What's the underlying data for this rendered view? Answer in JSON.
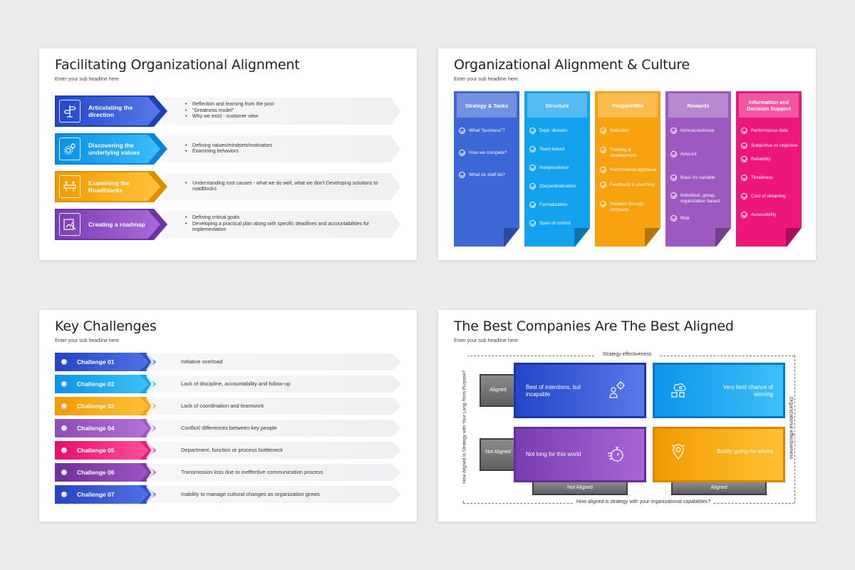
{
  "slide1": {
    "title": "Facilitating Organizational Alignment",
    "subtitle": "Enter your sub headline here",
    "rows": [
      {
        "label": "Articulating the direction",
        "color_start": "#2346c9",
        "color_end": "#4f6fe6",
        "icon": "signpost-icon",
        "bullets": [
          "Reflection and learning from the post",
          "\"Greatness model\"",
          "Why we exist - customer view"
        ]
      },
      {
        "label": "Discovering the underlying values",
        "color_start": "#0b8fe6",
        "color_end": "#2fb7f7",
        "icon": "values-gears-icon",
        "bullets": [
          "Defining values/mindsets/motivators",
          "Examining behaviors"
        ]
      },
      {
        "label": "Examining the Roadblocks",
        "color_start": "#f29a00",
        "color_end": "#ffbe2b",
        "icon": "roadblock-icon",
        "bullets": [
          "Understanding root causes - what we do well, what we don't Developing solutions to roadblocks"
        ]
      },
      {
        "label": "Creating a roadmap",
        "color_start": "#7a3db3",
        "color_end": "#a25ed1",
        "icon": "roadmap-icon",
        "bullets": [
          "Defining critical goals",
          "Developing a practical plan along with specific deadlines and accountabilities for implementation"
        ]
      }
    ]
  },
  "slide2": {
    "title": "Organizational Alignment & Culture",
    "subtitle": "Enter your sub headline here",
    "columns": [
      {
        "header": "Strategy & Tasks",
        "color": "#3c67d6",
        "items": [
          "What \"business\"?",
          "How we compete?",
          "What do staff do?"
        ]
      },
      {
        "header": "Structure",
        "color": "#13a3ee",
        "items": [
          "Dept. division",
          "Team based",
          "Independence",
          "(De)centralization",
          "Formalization",
          "Span of control"
        ]
      },
      {
        "header": "People/HRM",
        "color": "#f8a20f",
        "items": [
          "Selection",
          "Training & development",
          "Performance appraisal",
          "Feedback & coaching",
          "Rotation through company"
        ]
      },
      {
        "header": "Rewards",
        "color": "#9d59c0",
        "items": [
          "Intrinsic/extrinsic",
          "Amount",
          "Base Vs variable",
          "Individual, group, organization based",
          "Risk"
        ]
      },
      {
        "header": "Information and Decision Support",
        "color": "#ee1679",
        "items": [
          "Performance data",
          "Subjective vs objective",
          "Reliability",
          "Timeliness",
          "Cost of obtaining",
          "Accessibility"
        ]
      }
    ]
  },
  "slide3": {
    "title": "Key Challenges",
    "subtitle": "Enter your sub headline here",
    "rows": [
      {
        "label": "Challenge 01",
        "text": "Initiative overload",
        "color": "#2c4fcf"
      },
      {
        "label": "Challenge 02",
        "text": "Lack of discipline, accountability and follow-up",
        "color": "#13a3ee"
      },
      {
        "label": "Challenge 03",
        "text": "Lack of coordination and teamwork",
        "color": "#f8a20f"
      },
      {
        "label": "Challenge 04",
        "text": "Conflict/ differences between key people",
        "color": "#9d59c0"
      },
      {
        "label": "Challenge 05",
        "text": "Department, function or process bottleneck",
        "color": "#ee1679"
      },
      {
        "label": "Challenge 06",
        "text": "Transmission loss due to ineffective communication process",
        "color": "#7d3aa5"
      },
      {
        "label": "Challenge 07",
        "text": "Inability to manage cultural changes as organization grows",
        "color": "#2c4fcf"
      }
    ]
  },
  "slide4": {
    "title": "The Best Companies Are The Best Aligned",
    "subtitle": "Enter your sub headline here",
    "top_axis": "Strategy effectiveness",
    "bottom_axis": "How aligned is strategy with your organizational capabilities?",
    "left_axis": "How Aligned is Strategy with Your Long-Term Purpose?",
    "right_axis": "Organizational effectiveness",
    "row_tags": [
      "Aligned",
      "Not Aligned"
    ],
    "col_tags": [
      "Not Aligned",
      "Aligned"
    ],
    "quadrants": [
      {
        "text": "Best of intentions, but incapable",
        "color_start": "#2346c9",
        "color_end": "#5a78e8",
        "icon": "confused-person-icon"
      },
      {
        "text": "Very best chance of winning",
        "color_start": "#0b95ea",
        "color_end": "#3ec0f8",
        "icon": "idea-cloud-icon"
      },
      {
        "text": "Not long for this world",
        "color_start": "#7a3db3",
        "color_end": "#a865d4",
        "icon": "stopwatch-icon"
      },
      {
        "text": "Boldly going no where",
        "color_start": "#f29a00",
        "color_end": "#ffc133",
        "icon": "location-pin-icon"
      }
    ]
  }
}
